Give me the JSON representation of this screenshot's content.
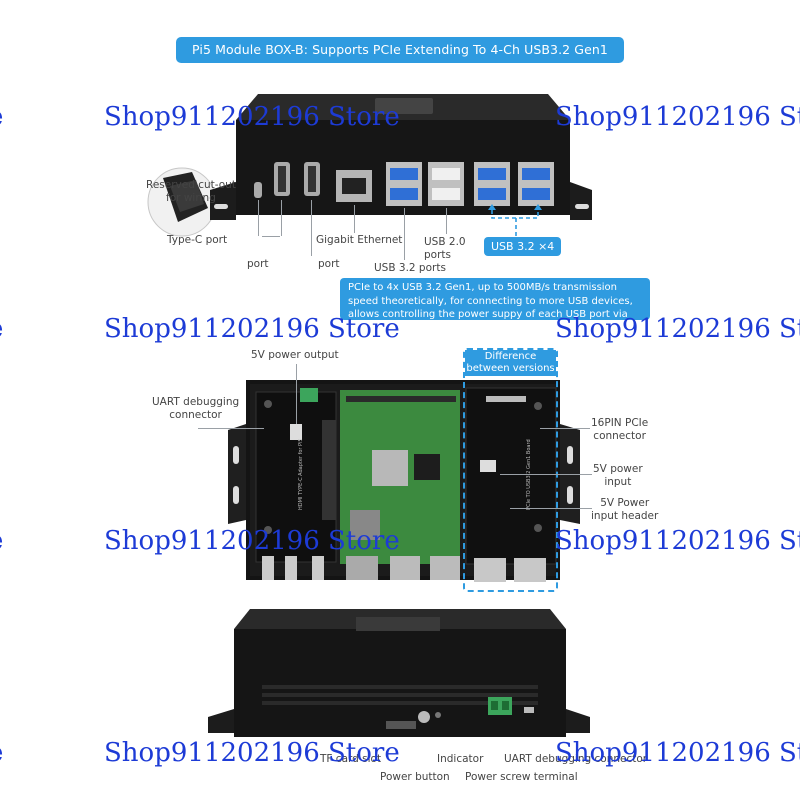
{
  "banner": "Pi5 Module BOX-B: Supports PCIe Extending To 4-Ch USB3.2 Gen1 Ports",
  "front_view": {
    "reserved": "Reserved cut-out\nfor wiring",
    "type_c": "Type-C port",
    "port_a": "port",
    "port_b": "port",
    "gigabit": "Gigabit Ethernet",
    "usb20": "USB 2.0\nports",
    "usb32": "USB 3.2 ports",
    "usb32x4": "USB 3.2 ×4",
    "note": "PCIe to 4x USB 3.2 Gen1, up to 500MB/s transmission speed theoretically, for connecting to more USB devices, allows controlling the power suppy of each USB port via commands"
  },
  "inside_view": {
    "power_out": "5V power output",
    "uart": "UART debugging\nconnector",
    "difference": "Difference\nbetween versions",
    "pcie16": "16PIN PCIe\nconnector",
    "power_in": "5V power\ninput",
    "power_header": "5V Power\ninput header",
    "board_text": "HDMI TYPE-C Adapter for Pi5",
    "board_text2": "PCIe TO USB3.2 Gen1 Board"
  },
  "rear_view": {
    "tf_slot": "TF card slot",
    "indicator": "Indicator",
    "power_button": "Power button",
    "power_terminal": "Power screw terminal",
    "uart_rear": "UART debugging connector"
  },
  "watermark": "Shop911202196 Store",
  "colors": {
    "accent": "#2f9be0",
    "watermark": "#1d3bd6",
    "case": "#141414",
    "pcb": "#3c8a3f"
  }
}
